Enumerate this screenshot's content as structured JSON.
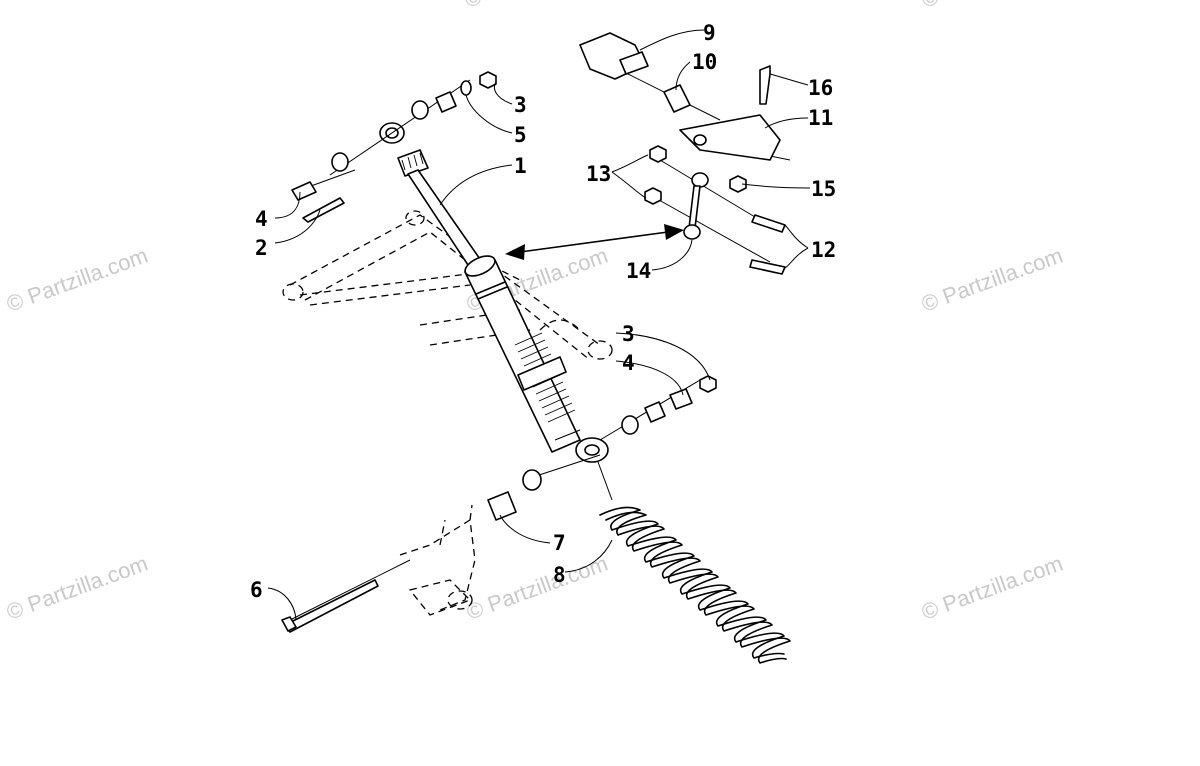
{
  "watermark": {
    "text": "© Partzilla.com"
  },
  "callouts": [
    {
      "id": "c1",
      "label": "1"
    },
    {
      "id": "c2",
      "label": "2"
    },
    {
      "id": "c3a",
      "label": "3"
    },
    {
      "id": "c3b",
      "label": "3"
    },
    {
      "id": "c4a",
      "label": "4"
    },
    {
      "id": "c4b",
      "label": "4"
    },
    {
      "id": "c5",
      "label": "5"
    },
    {
      "id": "c6",
      "label": "6"
    },
    {
      "id": "c7",
      "label": "7"
    },
    {
      "id": "c8",
      "label": "8"
    },
    {
      "id": "c9",
      "label": "9"
    },
    {
      "id": "c10",
      "label": "10"
    },
    {
      "id": "c11",
      "label": "11"
    },
    {
      "id": "c12",
      "label": "12"
    },
    {
      "id": "c13",
      "label": "13"
    },
    {
      "id": "c14",
      "label": "14"
    },
    {
      "id": "c15",
      "label": "15"
    },
    {
      "id": "c16",
      "label": "16"
    }
  ],
  "colors": {
    "ink": "#000000",
    "watermark": "#c9c9c9",
    "background": "#ffffff"
  }
}
